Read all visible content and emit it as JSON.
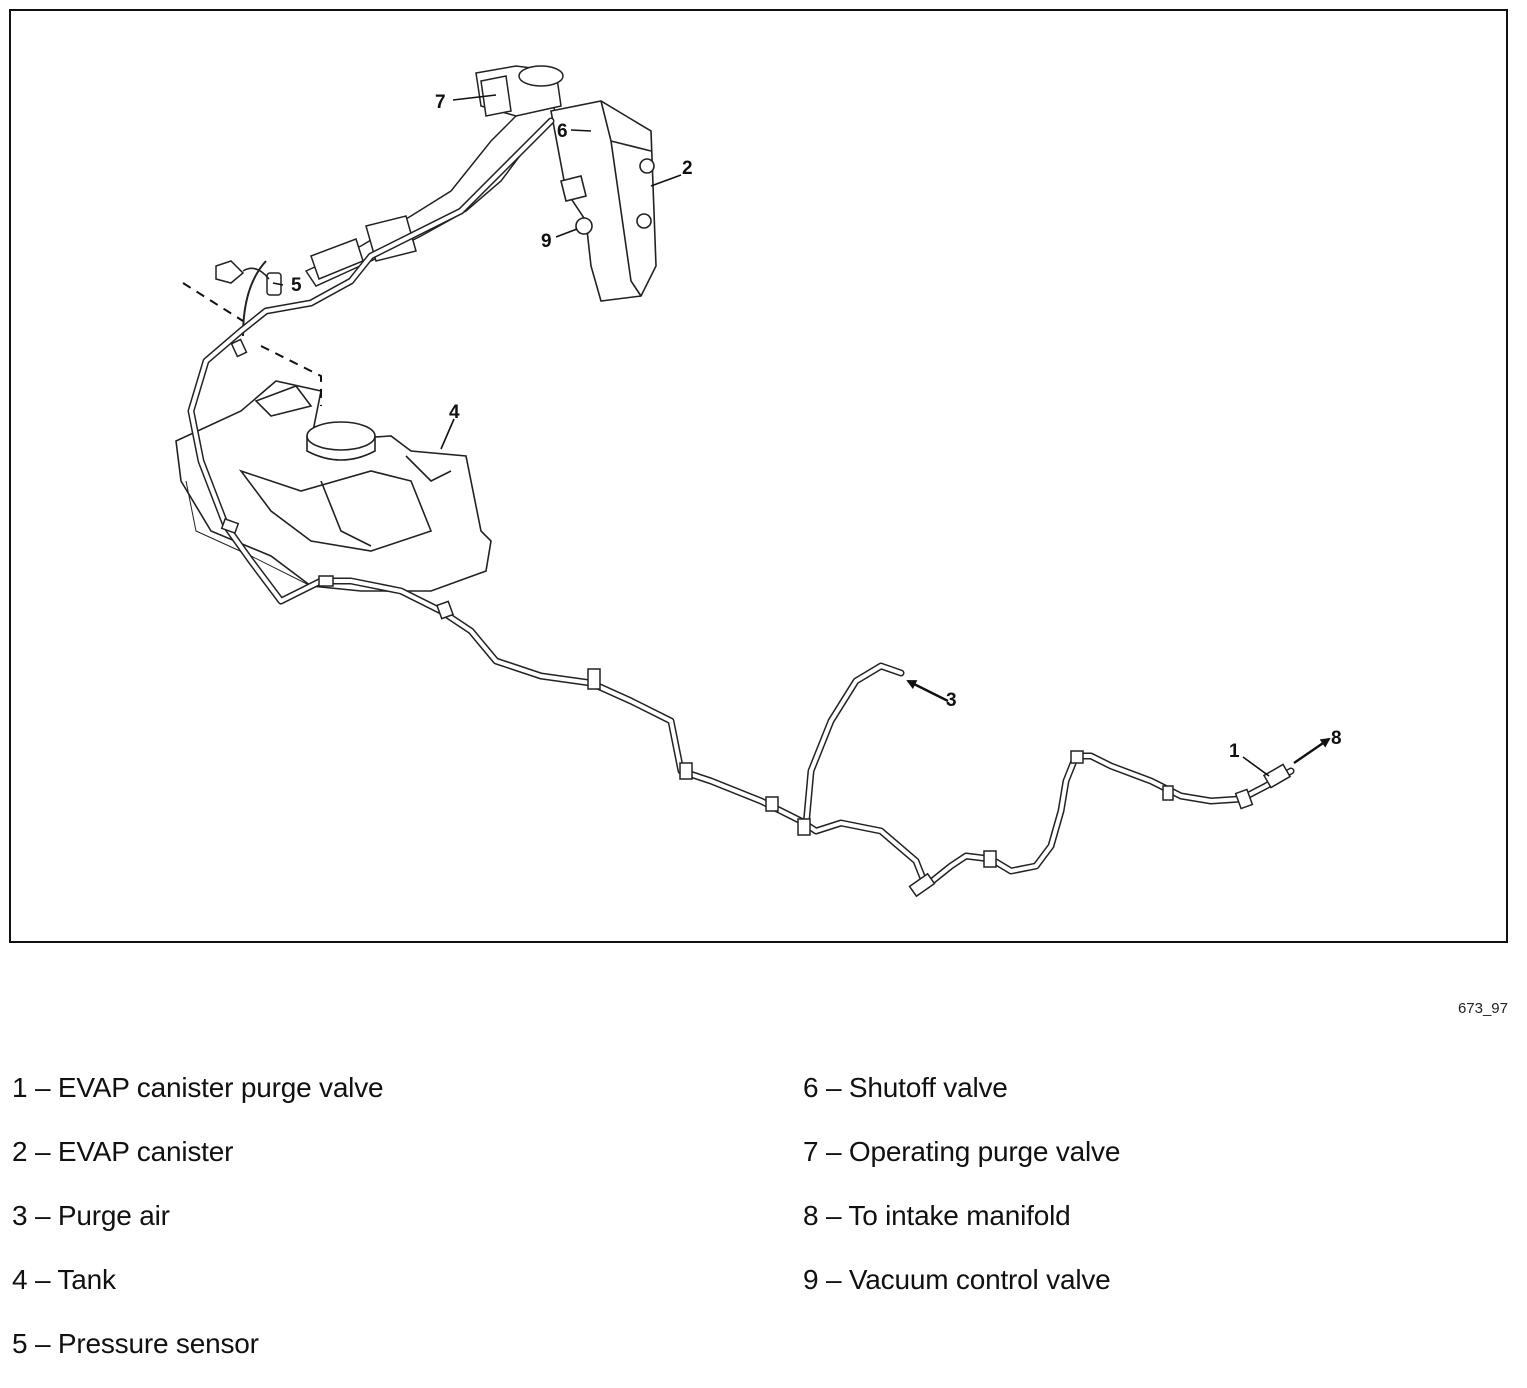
{
  "callouts": [
    "1",
    "2",
    "3",
    "4",
    "5",
    "6",
    "7",
    "8",
    "9"
  ],
  "figure_code": "673_97",
  "legend": {
    "left": [
      "1 – EVAP canister purge valve",
      "2 – EVAP canister",
      "3 – Purge air",
      "4 – Tank",
      "5 – Pressure sensor"
    ],
    "right": [
      "6 – Shutoff valve",
      "7 – Operating purge valve",
      "8 – To intake manifold",
      "9 – Vacuum control valve"
    ]
  }
}
